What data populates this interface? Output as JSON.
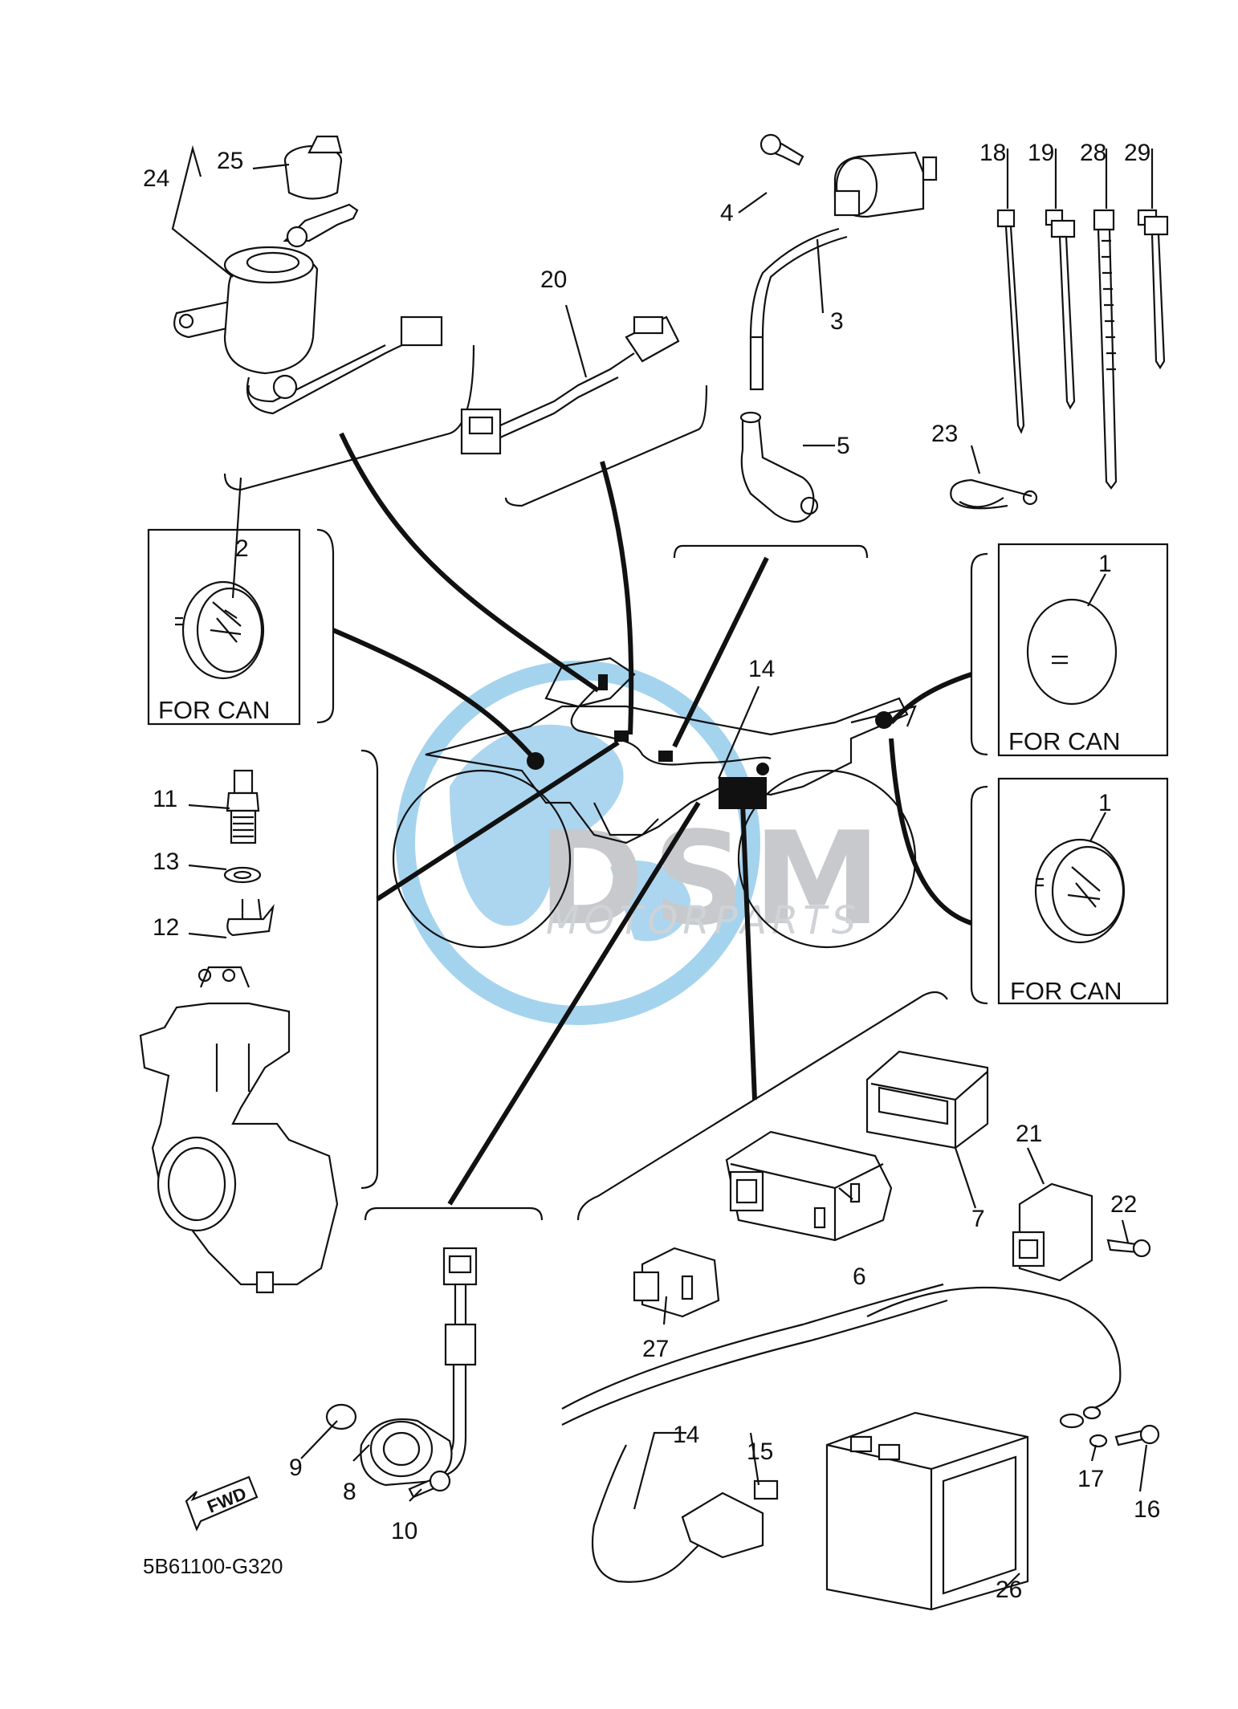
{
  "diagram_code": "5B61100-G320",
  "fwd_label": "FWD",
  "watermark": {
    "logo": "DSM",
    "subtitle": "MOTORPARTS",
    "color": "#5aaee0"
  },
  "boxes": {
    "can_2": "FOR CAN",
    "can_1_upper": "FOR CAN",
    "can_1_lower": "FOR CAN"
  },
  "callouts": {
    "n1a": "1",
    "n1b": "1",
    "n2": "2",
    "n3": "3",
    "n4": "4",
    "n5": "5",
    "n6": "6",
    "n7": "7",
    "n8": "8",
    "n9": "9",
    "n10": "10",
    "n11": "11",
    "n12": "12",
    "n13": "13",
    "n14a": "14",
    "n14b": "14",
    "n15": "15",
    "n16": "16",
    "n17": "17",
    "n18": "18",
    "n19": "19",
    "n20": "20",
    "n21": "21",
    "n22": "22",
    "n23": "23",
    "n24": "24",
    "n25": "25",
    "n26": "26",
    "n27": "27",
    "n28": "28",
    "n29": "29"
  }
}
